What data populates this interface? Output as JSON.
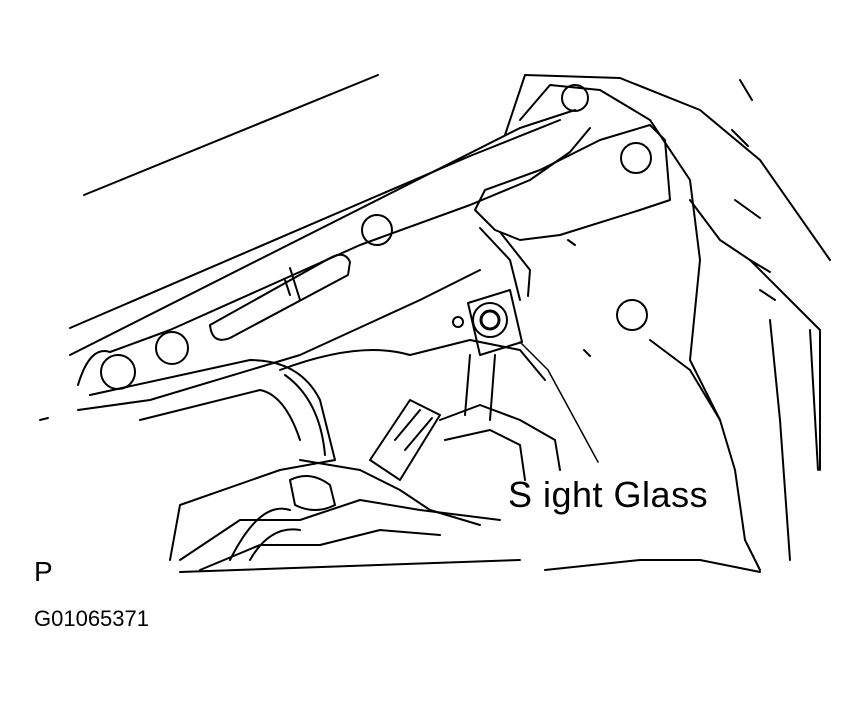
{
  "labels": {
    "callout": "S ight Glass",
    "corner_letter": "P",
    "figure_id": "G01065371"
  },
  "colors": {
    "ink": "#000000",
    "paper": "#ffffff"
  }
}
